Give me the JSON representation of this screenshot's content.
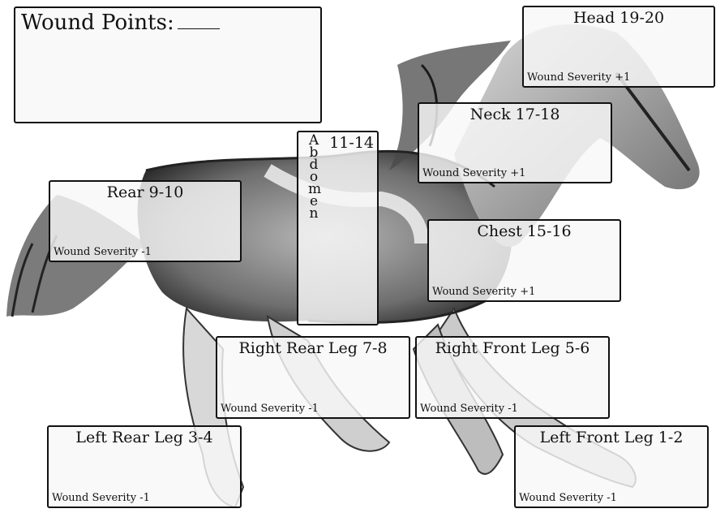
{
  "wound_points": {
    "label": "Wound Points:"
  },
  "locations": {
    "head": {
      "name": "Head 19-20",
      "severity": "Wound Severity +1"
    },
    "neck": {
      "name": "Neck 17-18",
      "severity": "Wound Severity +1"
    },
    "rear": {
      "name": "Rear 9-10",
      "severity": "Wound Severity -1"
    },
    "abdomen": {
      "range": "11-14",
      "name_vertical": "Abdomen"
    },
    "chest": {
      "name": "Chest 15-16",
      "severity": "Wound Severity +1"
    },
    "right_rear_leg": {
      "name": "Right Rear Leg 7-8",
      "severity": "Wound Severity -1"
    },
    "right_front_leg": {
      "name": "Right Front Leg 5-6",
      "severity": "Wound Severity -1"
    },
    "left_rear_leg": {
      "name": "Left Rear Leg 3-4",
      "severity": "Wound Severity -1"
    },
    "left_front_leg": {
      "name": "Left Front Leg 1-2",
      "severity": "Wound Severity -1"
    }
  }
}
